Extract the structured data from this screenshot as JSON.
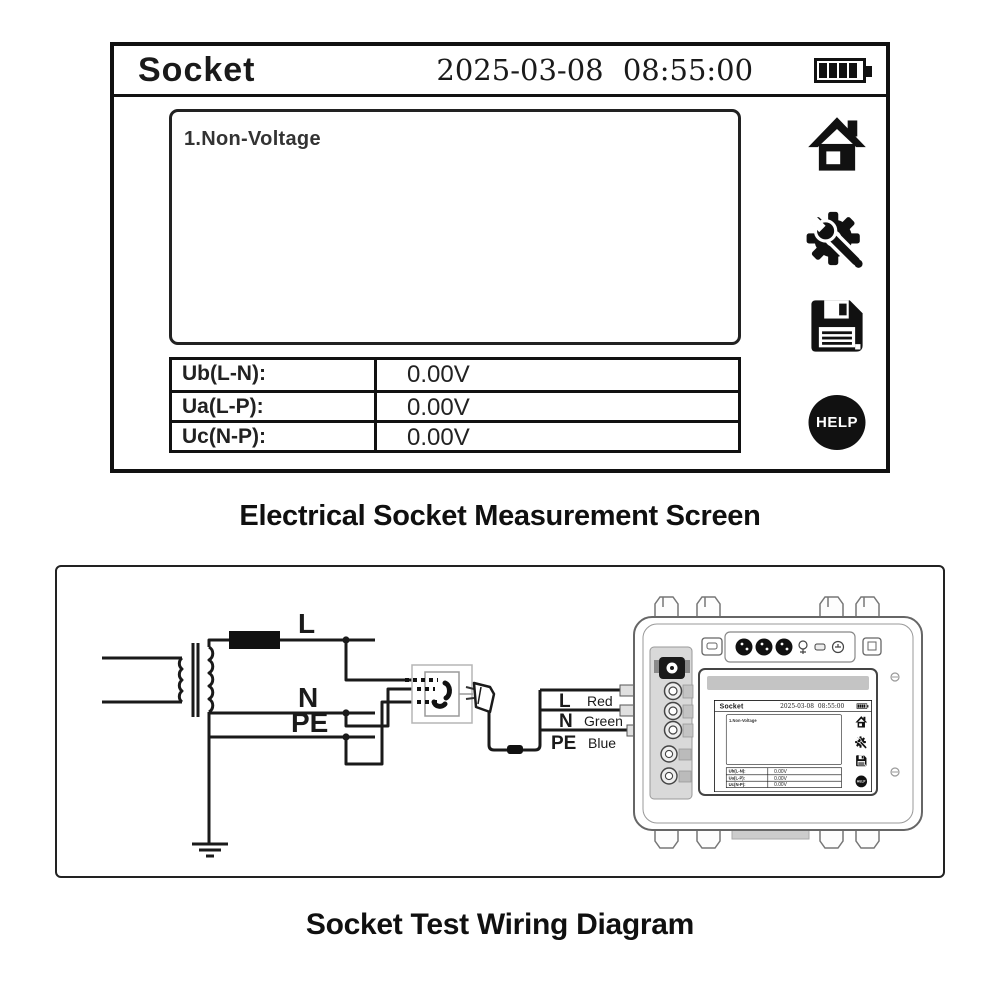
{
  "screen": {
    "title": "Socket",
    "datetime": "2025-03-08 08:55:00",
    "battery": "4-bars-full",
    "mode_item": "1.Non-Voltage",
    "measurements": [
      {
        "label": "Ub(L-N):",
        "value": "0.00V"
      },
      {
        "label": "Ua(L-P):",
        "value": "0.00V"
      },
      {
        "label": "Uc(N-P):",
        "value": "0.00V"
      }
    ],
    "help_label": "HELP"
  },
  "captions": {
    "screen_caption": "Electrical Socket Measurement Screen",
    "diagram_caption": "Socket Test Wiring Diagram"
  },
  "diagram": {
    "source_labels": {
      "line": "L",
      "neutral": "N",
      "earth": "PE"
    },
    "test_leads": [
      {
        "terminal": "L",
        "color": "Red"
      },
      {
        "terminal": "N",
        "color": "Green"
      },
      {
        "terminal": "PE",
        "color": "Blue"
      }
    ]
  },
  "colors": {
    "ink": "#1a1a1a",
    "panel_gray": "#d9d9d9",
    "screen_bar_gray": "#c4c4c4"
  }
}
